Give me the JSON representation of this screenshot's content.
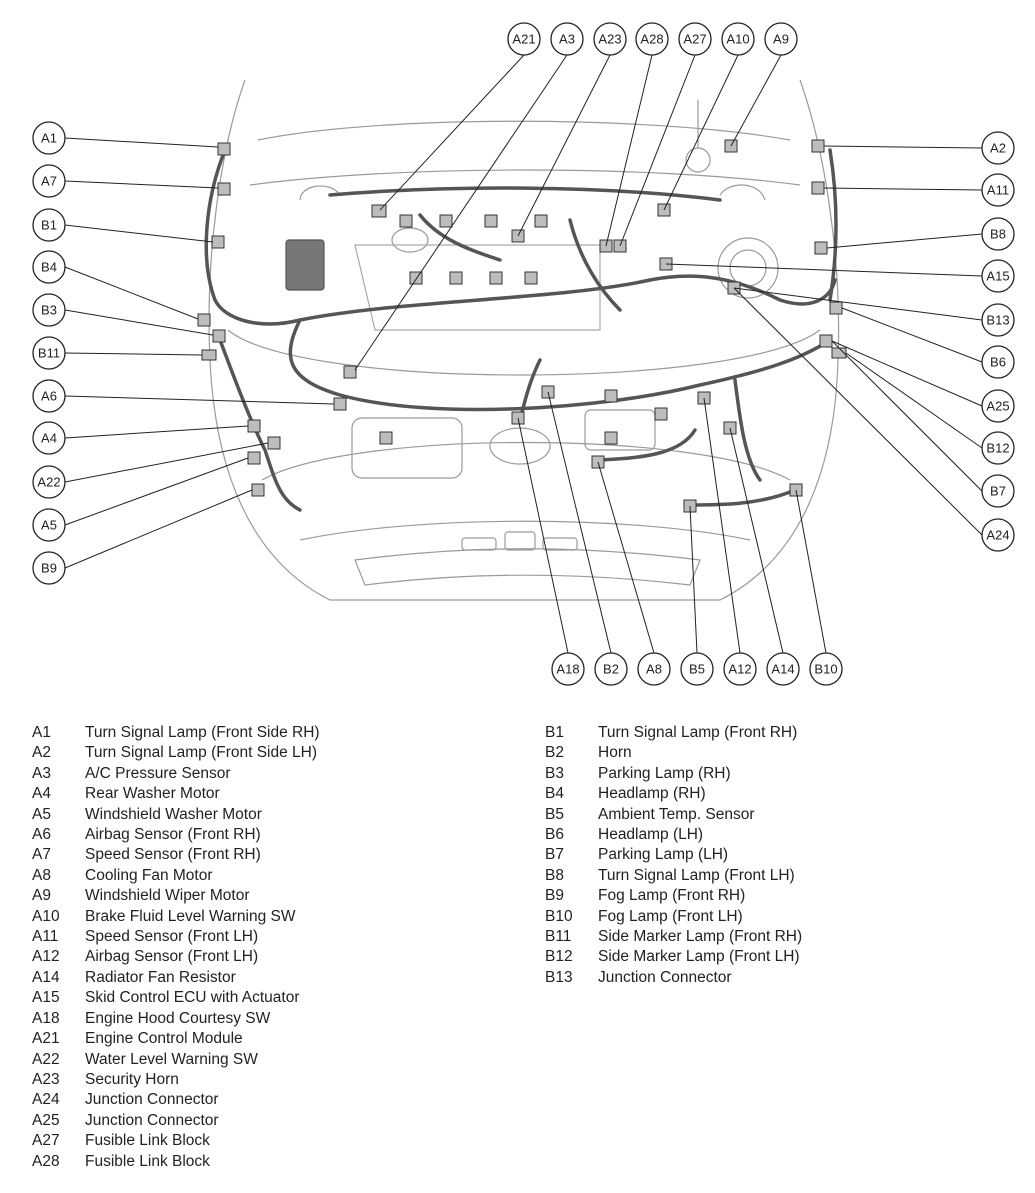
{
  "callouts": [
    {
      "id": "A21"
    },
    {
      "id": "A3"
    },
    {
      "id": "A23"
    },
    {
      "id": "A28"
    },
    {
      "id": "A27"
    },
    {
      "id": "A10"
    },
    {
      "id": "A9"
    },
    {
      "id": "A1"
    },
    {
      "id": "A7"
    },
    {
      "id": "B1"
    },
    {
      "id": "B4"
    },
    {
      "id": "B3"
    },
    {
      "id": "B11"
    },
    {
      "id": "A6"
    },
    {
      "id": "A4"
    },
    {
      "id": "A22"
    },
    {
      "id": "A5"
    },
    {
      "id": "B9"
    },
    {
      "id": "A2"
    },
    {
      "id": "A11"
    },
    {
      "id": "B8"
    },
    {
      "id": "A15"
    },
    {
      "id": "B13"
    },
    {
      "id": "B6"
    },
    {
      "id": "A25"
    },
    {
      "id": "B12"
    },
    {
      "id": "B7"
    },
    {
      "id": "A24"
    },
    {
      "id": "A18"
    },
    {
      "id": "B2"
    },
    {
      "id": "A8"
    },
    {
      "id": "B5"
    },
    {
      "id": "A12"
    },
    {
      "id": "A14"
    },
    {
      "id": "B10"
    }
  ],
  "legend_left": [
    {
      "code": "A1",
      "label": "Turn Signal Lamp (Front Side RH)"
    },
    {
      "code": "A2",
      "label": "Turn Signal Lamp (Front Side LH)"
    },
    {
      "code": "A3",
      "label": "A/C Pressure Sensor"
    },
    {
      "code": "A4",
      "label": "Rear Washer Motor"
    },
    {
      "code": "A5",
      "label": "Windshield Washer Motor"
    },
    {
      "code": "A6",
      "label": "Airbag Sensor (Front RH)"
    },
    {
      "code": "A7",
      "label": "Speed Sensor (Front RH)"
    },
    {
      "code": "A8",
      "label": "Cooling Fan Motor"
    },
    {
      "code": "A9",
      "label": "Windshield Wiper Motor"
    },
    {
      "code": "A10",
      "label": "Brake Fluid Level Warning SW"
    },
    {
      "code": "A11",
      "label": "Speed Sensor (Front LH)"
    },
    {
      "code": "A12",
      "label": "Airbag Sensor (Front LH)"
    },
    {
      "code": "A14",
      "label": "Radiator Fan Resistor"
    },
    {
      "code": "A15",
      "label": "Skid Control ECU with Actuator"
    },
    {
      "code": "A18",
      "label": "Engine Hood Courtesy SW"
    },
    {
      "code": "A21",
      "label": "Engine Control Module"
    },
    {
      "code": "A22",
      "label": "Water Level Warning SW"
    },
    {
      "code": "A23",
      "label": "Security Horn"
    },
    {
      "code": "A24",
      "label": "Junction Connector"
    },
    {
      "code": "A25",
      "label": "Junction Connector"
    },
    {
      "code": "A27",
      "label": "Fusible Link Block"
    },
    {
      "code": "A28",
      "label": "Fusible Link Block"
    }
  ],
  "legend_right": [
    {
      "code": "B1",
      "label": "Turn Signal Lamp (Front RH)"
    },
    {
      "code": "B2",
      "label": "Horn"
    },
    {
      "code": "B3",
      "label": "Parking Lamp (RH)"
    },
    {
      "code": "B4",
      "label": "Headlamp (RH)"
    },
    {
      "code": "B5",
      "label": "Ambient Temp. Sensor"
    },
    {
      "code": "B6",
      "label": "Headlamp (LH)"
    },
    {
      "code": "B7",
      "label": "Parking Lamp (LH)"
    },
    {
      "code": "B8",
      "label": "Turn Signal Lamp (Front LH)"
    },
    {
      "code": "B9",
      "label": "Fog Lamp (Front RH)"
    },
    {
      "code": "B10",
      "label": "Fog Lamp (Front LH)"
    },
    {
      "code": "B11",
      "label": "Side Marker Lamp (Front RH)"
    },
    {
      "code": "B12",
      "label": "Side Marker Lamp (Front LH)"
    },
    {
      "code": "B13",
      "label": "Junction Connector"
    }
  ]
}
